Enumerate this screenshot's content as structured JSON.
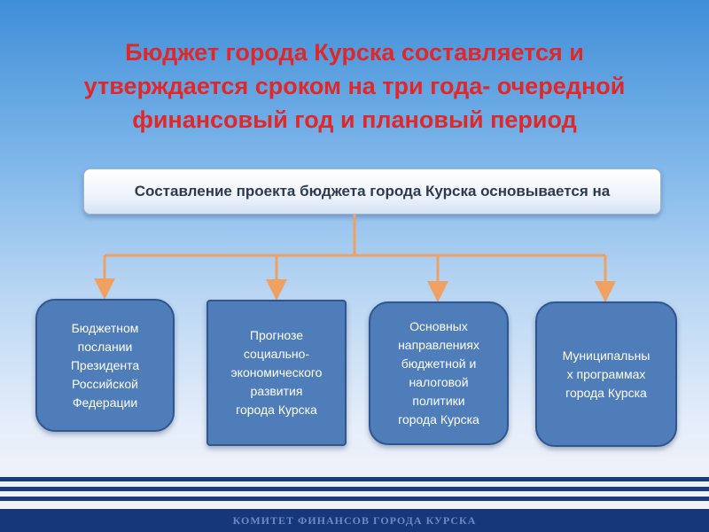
{
  "title": {
    "line1": "Бюджет города Курска составляется и",
    "line2": "утверждается сроком на три года- очередной",
    "line3": "финансовый год и плановый период"
  },
  "root": {
    "label": "Составление проекта бюджета города Курска основывается на"
  },
  "nodes": [
    {
      "lines": [
        "Бюджетном",
        "послании",
        "Президента",
        "Российской",
        "Федерации"
      ]
    },
    {
      "lines": [
        "Прогнозе",
        "социально-",
        "экономического",
        "развития",
        "города Курска"
      ]
    },
    {
      "lines": [
        "Основных",
        "направлениях",
        "бюджетной и",
        "налоговой",
        "политики",
        "города Курска"
      ]
    },
    {
      "lines": [
        "Муниципальны",
        "х программах",
        "города Курска"
      ]
    }
  ],
  "footer": {
    "text": "КОМИТЕТ ФИНАНСОВ ГОРОДА КУРСКА"
  },
  "colors": {
    "title": "#e0282a",
    "node_fill": "#4f7dba",
    "node_border": "#2f568e",
    "connector": "#f0a060",
    "footer_bg": "#16377a"
  }
}
